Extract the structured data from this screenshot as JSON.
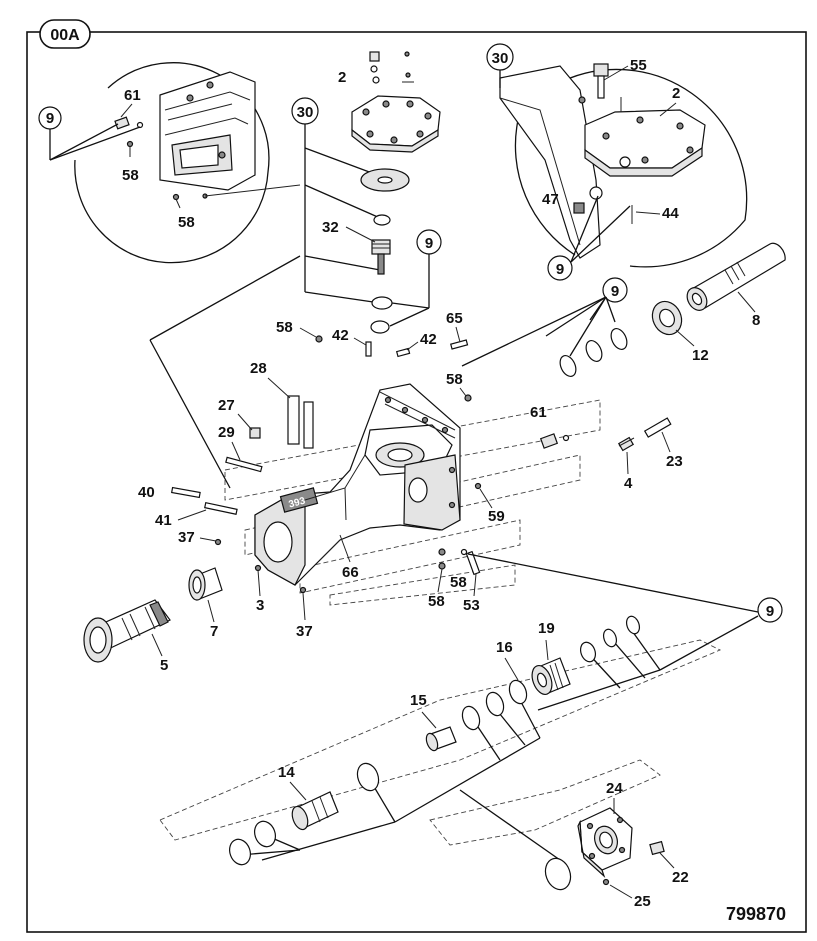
{
  "sheet_tag": "00A",
  "drawing_number": "799870",
  "callouts": {
    "c30a": "30",
    "c30b": "30",
    "c9a": "9",
    "c9b": "9",
    "c9c": "9",
    "c9d": "9",
    "c9e": "9"
  },
  "labels": {
    "l2a": "2",
    "l61a": "61",
    "l58a": "58",
    "l58b": "58",
    "l55": "55",
    "l2b": "2",
    "l47": "47",
    "l44": "44",
    "l32": "32",
    "l58c": "58",
    "l42a": "42",
    "l42b": "42",
    "l65": "65",
    "l58d": "58",
    "l28": "28",
    "l27": "27",
    "l29": "29",
    "l40": "40",
    "l41": "41",
    "l37a": "37",
    "l61b": "61",
    "l4": "4",
    "l23": "23",
    "l8": "8",
    "l12": "12",
    "l59": "59",
    "l66": "66",
    "l58e": "58",
    "l58f": "58",
    "l53": "53",
    "l3": "3",
    "l37b": "37",
    "l7": "7",
    "l5": "5",
    "l19": "19",
    "l16": "16",
    "l15": "15",
    "l14": "14",
    "l24": "24",
    "l22": "22",
    "l25": "25"
  },
  "housing_stamp": "393"
}
